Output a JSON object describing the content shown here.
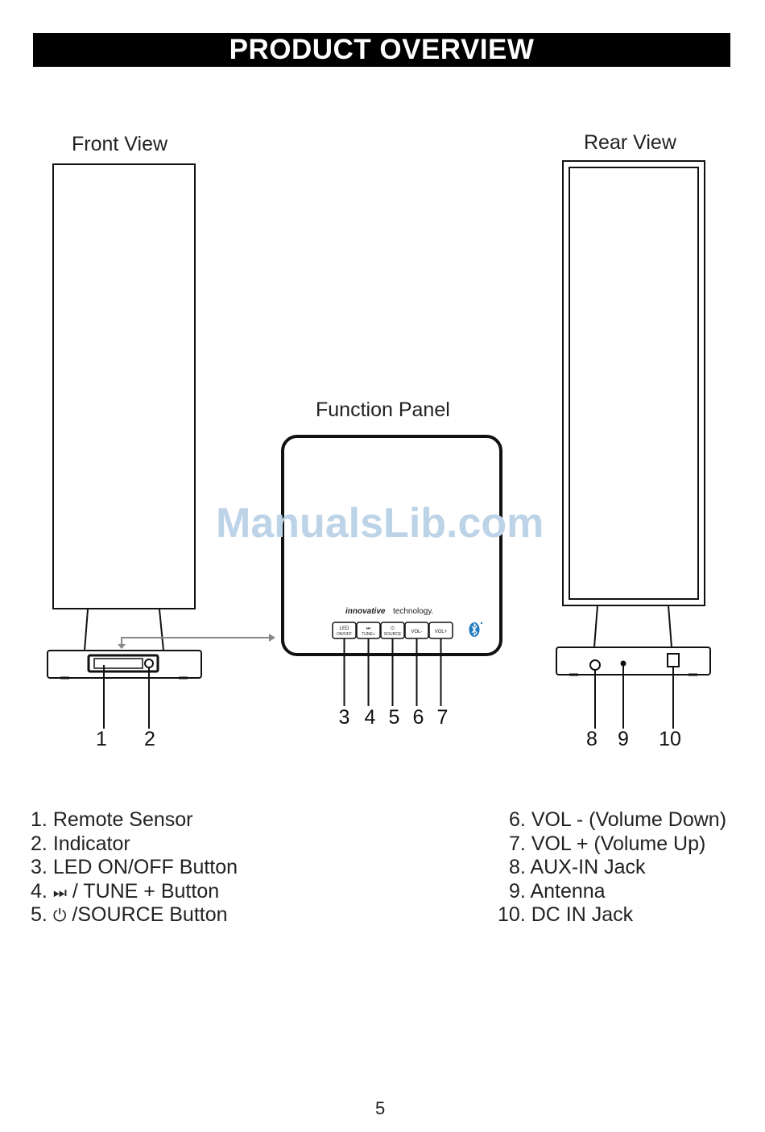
{
  "header": {
    "title": "PRODUCT OVERVIEW"
  },
  "views": {
    "front": "Front View",
    "rear": "Rear View",
    "panel": "Function Panel"
  },
  "watermark": "ManualsLib.com",
  "panel": {
    "brand_bold": "innovative",
    "brand_rest": "technology.",
    "buttons": [
      {
        "line1": "LED",
        "line2": "ON/OFF"
      },
      {
        "line1": "⏭",
        "line2": "TUNE+"
      },
      {
        "line1": "⏻",
        "line2": "SOURCE"
      },
      {
        "line1": "VOL-",
        "line2": ""
      },
      {
        "line1": "VOL+",
        "line2": ""
      }
    ],
    "bluetooth_icon": "bluetooth-icon"
  },
  "callouts": {
    "front": [
      "1",
      "2"
    ],
    "panel": [
      "3",
      "4",
      "5",
      "6",
      "7"
    ],
    "rear": [
      "8",
      "9",
      "10"
    ]
  },
  "legend": {
    "left": [
      {
        "num": "1.",
        "text": "Remote Sensor"
      },
      {
        "num": "2.",
        "text": "Indicator"
      },
      {
        "num": "3.",
        "text": "LED ON/OFF Button"
      },
      {
        "num": "4.",
        "icon": "⏭",
        "text": " / TUNE + Button"
      },
      {
        "num": "5.",
        "icon": "⏻",
        "text": "/SOURCE Button"
      }
    ],
    "right": [
      {
        "num": "6.",
        "text": "VOL - (Volume Down)"
      },
      {
        "num": "7.",
        "text": "VOL + (Volume Up)"
      },
      {
        "num": "8.",
        "text": "AUX-IN Jack"
      },
      {
        "num": "9.",
        "text": "Antenna"
      },
      {
        "num": "10.",
        "text": "DC IN Jack"
      }
    ]
  },
  "page_number": "5"
}
